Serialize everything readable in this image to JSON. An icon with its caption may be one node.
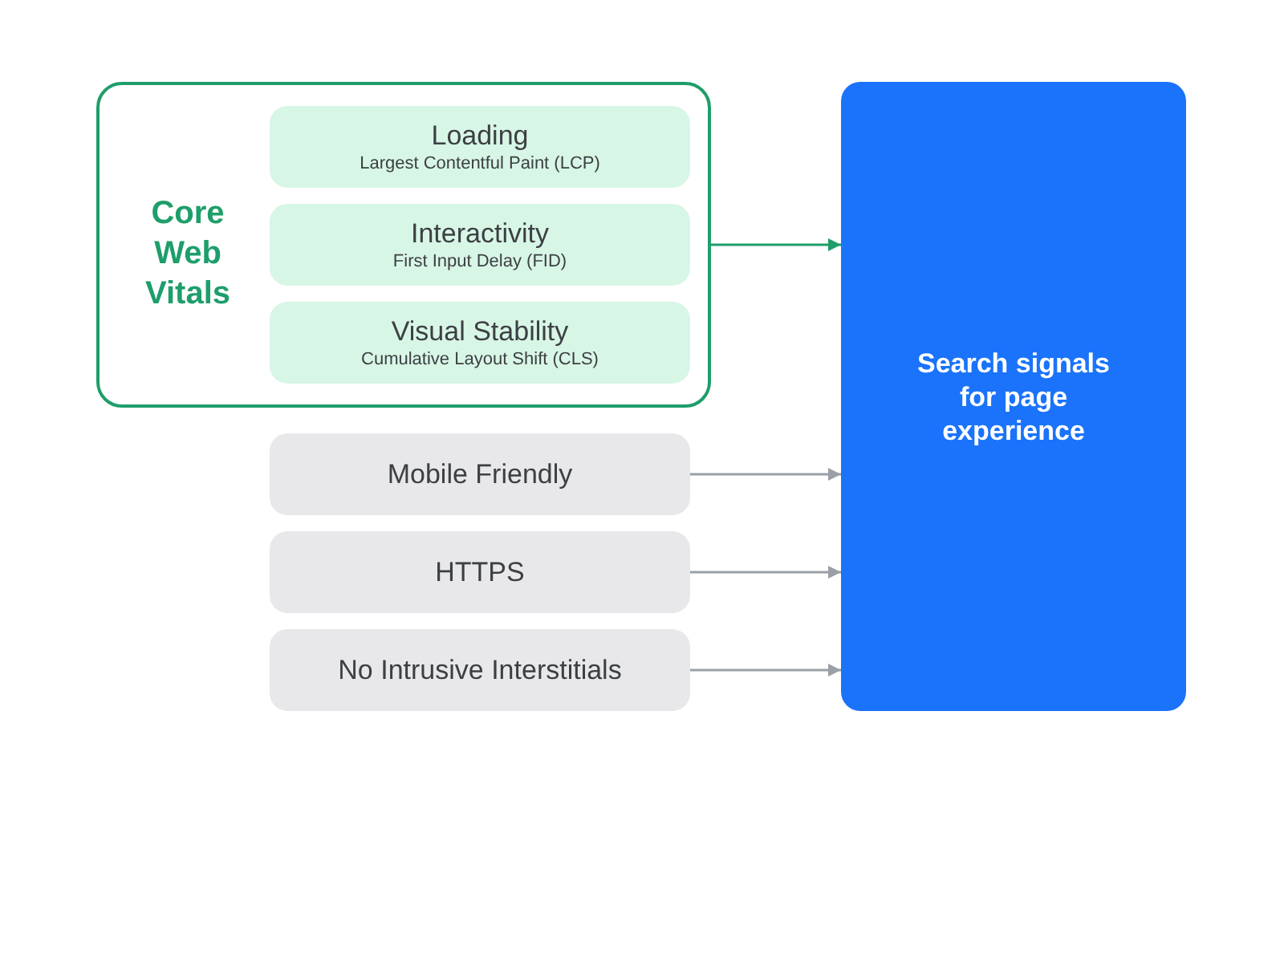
{
  "diagram": {
    "nodes": [
      {
        "text": [
          "Core Web Vitals"
        ]
      },
      {
        "text": [
          "Loading",
          "Largest Contentful Paint (LCP)"
        ],
        "in": 0
      },
      {
        "text": [
          "Interactivity",
          "First Input Delay (FID)"
        ],
        "in": 0
      },
      {
        "text": [
          "Visual Stability",
          "Cumulative Layout Shift (CLS)"
        ],
        "in": 0
      },
      {
        "text": [
          "Mobile Friendly"
        ]
      },
      {
        "text": [
          "HTTPS"
        ]
      },
      {
        "text": [
          "No Intrusive Interstitials"
        ]
      },
      {
        "text": [
          "Search signals for page experience"
        ]
      }
    ],
    "edges": [
      {
        "from": 0,
        "to": 7,
        "arrow": "to",
        "color": "#1e9e6a"
      },
      {
        "from": 4,
        "to": 7,
        "arrow": "to"
      },
      {
        "from": 5,
        "to": 7,
        "arrow": "to"
      },
      {
        "from": 6,
        "to": 7,
        "arrow": "to"
      }
    ]
  }
}
